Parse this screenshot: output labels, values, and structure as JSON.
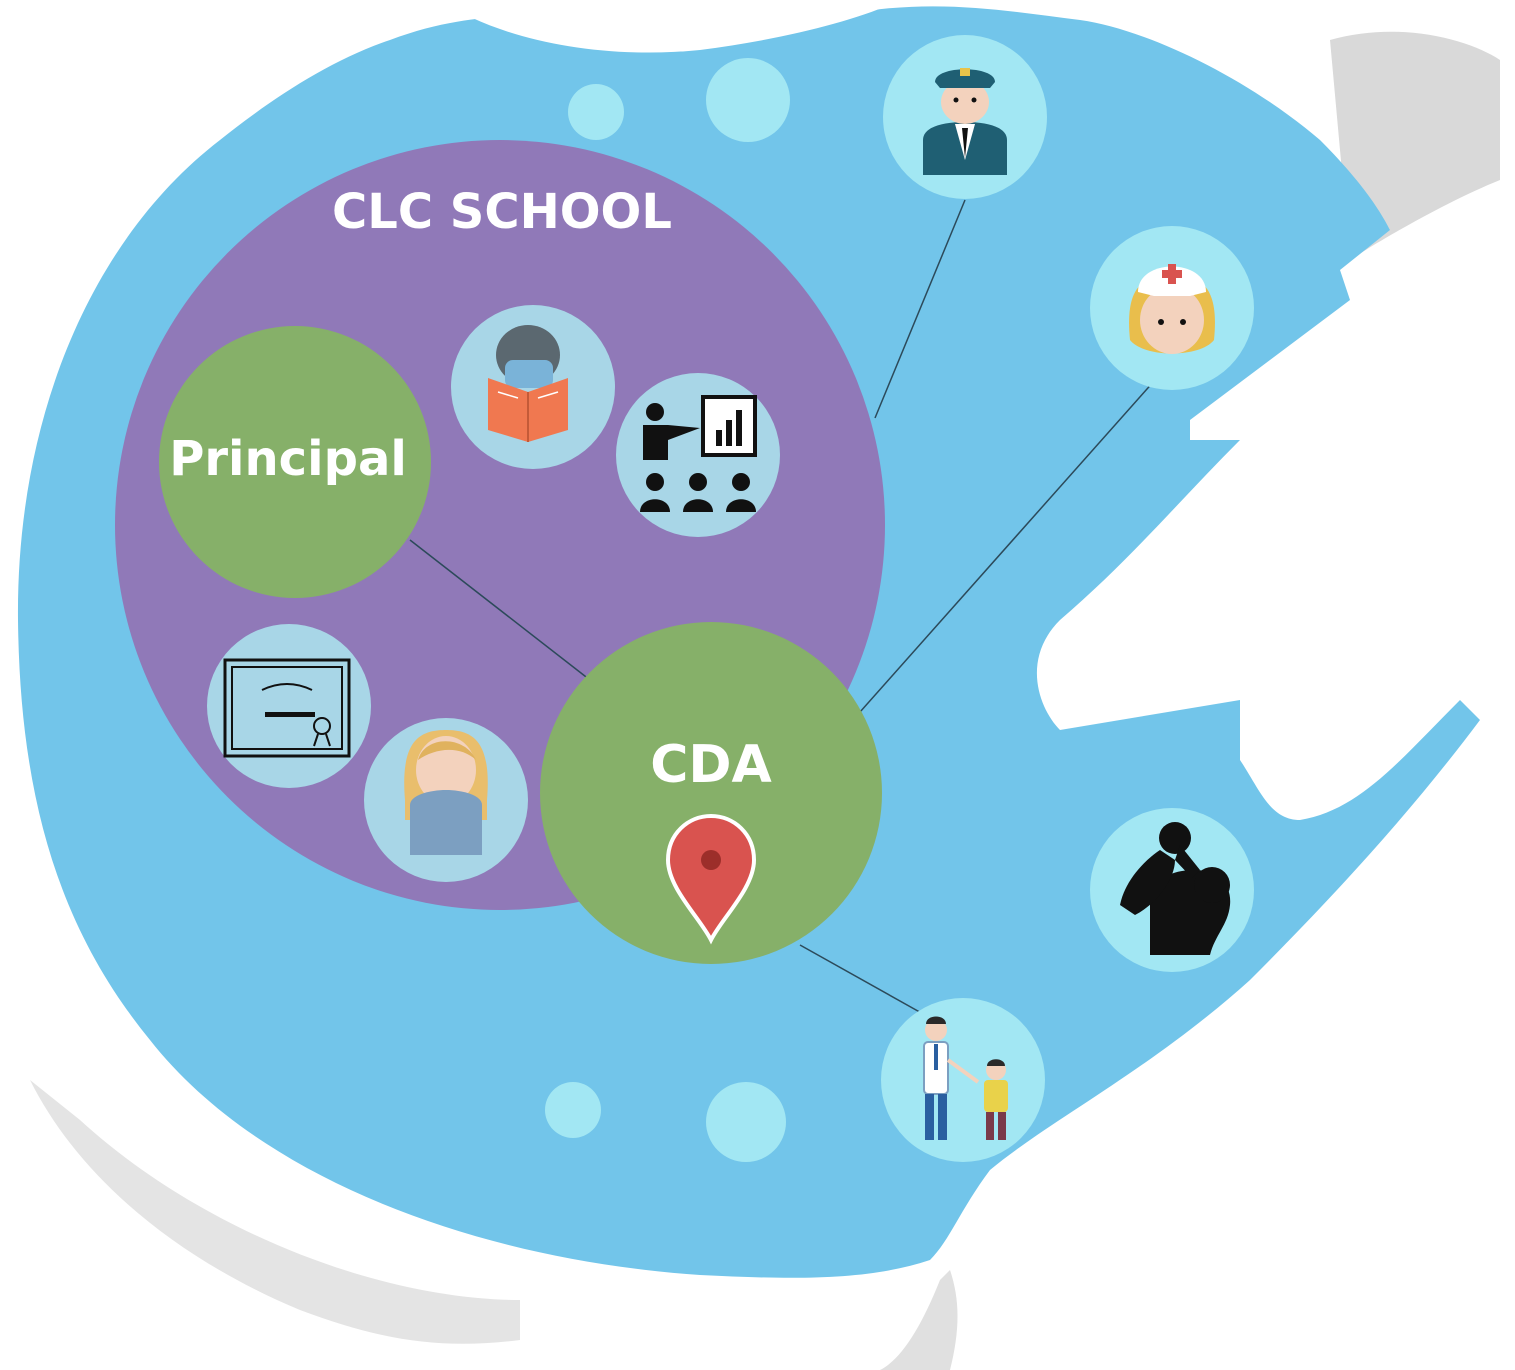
{
  "colors": {
    "outer_blue": "#72c5ea",
    "school_purple": "#9079b8",
    "node_green": "#86b069",
    "icon_bg": "#a8d6e7",
    "icon_bg_outer": "#a2e7f3",
    "dot": "#a2e7f3",
    "link": "#2c4a5a",
    "pin_red": "#d9534f"
  },
  "diagram": {
    "school": {
      "label": "CLC SCHOOL"
    },
    "principal": {
      "label": "Principal"
    },
    "cda": {
      "label": "CDA",
      "icon": "map-pin-icon"
    },
    "inner_icons": [
      {
        "name": "student-reading-icon"
      },
      {
        "name": "teacher-presentation-icon"
      },
      {
        "name": "certificate-icon"
      },
      {
        "name": "girl-student-icon"
      }
    ],
    "outer_icons": [
      {
        "name": "police-officer-icon"
      },
      {
        "name": "nurse-icon"
      },
      {
        "name": "parent-child-silhouette-icon"
      },
      {
        "name": "father-son-icon"
      }
    ]
  }
}
